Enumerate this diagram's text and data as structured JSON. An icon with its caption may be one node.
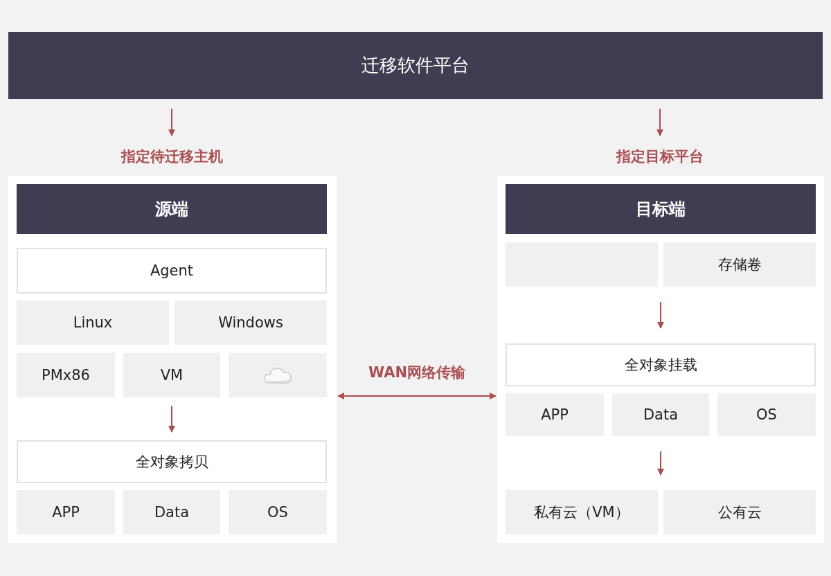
{
  "diagram": {
    "nodes": [
      {
        "text": [
          "迁移软件平台"
        ]
      },
      {
        "text": [
          "指定待迁移主机"
        ]
      },
      {
        "text": [
          "指定目标平台"
        ]
      },
      {
        "text": [],
        "shape": "box"
      },
      {
        "text": [
          "源端"
        ],
        "in": 3
      },
      {
        "text": [
          "Agent"
        ],
        "in": 3
      },
      {
        "text": [
          "Linux"
        ],
        "in": 3
      },
      {
        "text": [
          "Windows"
        ],
        "in": 3
      },
      {
        "text": [
          "PMx86"
        ],
        "in": 3
      },
      {
        "text": [
          "VM"
        ],
        "in": 3
      },
      {
        "text": [],
        "shape": "cloud",
        "in": 3
      },
      {
        "text": [
          "全对象拷贝"
        ],
        "in": 3
      },
      {
        "text": [
          "APP"
        ],
        "in": 3
      },
      {
        "text": [
          "Data"
        ],
        "in": 3
      },
      {
        "text": [
          "OS"
        ],
        "in": 3
      },
      {
        "text": [],
        "shape": "box"
      },
      {
        "text": [
          "目标端"
        ],
        "in": 15
      },
      {
        "text": [],
        "shape": "box",
        "in": 15
      },
      {
        "text": [
          "存储卷"
        ],
        "in": 15
      },
      {
        "text": [
          "全对象挂载"
        ],
        "in": 15
      },
      {
        "text": [
          "APP"
        ],
        "in": 15
      },
      {
        "text": [
          "Data"
        ],
        "in": 15
      },
      {
        "text": [
          "OS"
        ],
        "in": 15
      },
      {
        "text": [
          "私有云（VM）"
        ],
        "in": 15
      },
      {
        "text": [
          "公有云"
        ],
        "in": 15
      }
    ],
    "edges": [
      {
        "from": 0,
        "to": 1,
        "arrow": "to"
      },
      {
        "from": 0,
        "to": 2,
        "arrow": "to"
      },
      {
        "from": 3,
        "to": 15,
        "arrow": "both",
        "label": "WAN网络传输"
      },
      {
        "from": 9,
        "to": 11,
        "arrow": "to"
      },
      {
        "from": 17,
        "to": 19,
        "arrow": "to"
      },
      {
        "from": 18,
        "to": 19,
        "arrow": "to"
      },
      {
        "from": 21,
        "to": 23,
        "arrow": "to"
      },
      {
        "from": 21,
        "to": 24,
        "arrow": "to"
      }
    ]
  }
}
